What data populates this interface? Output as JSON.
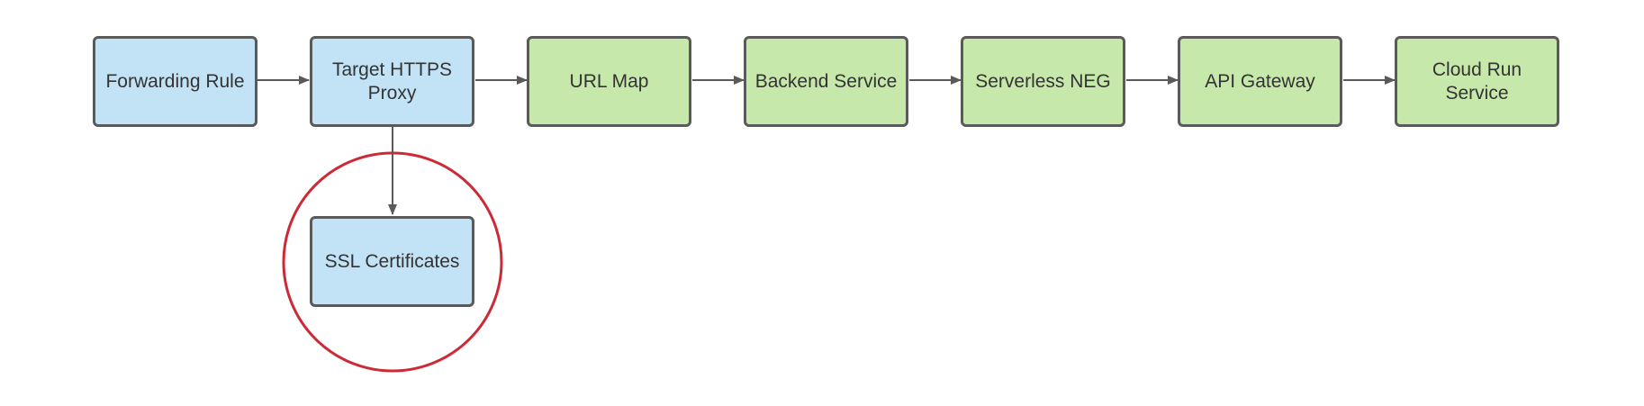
{
  "diagram": {
    "nodes": [
      {
        "id": "forwarding-rule",
        "label": "Forwarding Rule",
        "color": "#c2e3f6"
      },
      {
        "id": "target-https-proxy",
        "label": "Target HTTPS\nProxy",
        "color": "#c2e3f6"
      },
      {
        "id": "url-map",
        "label": "URL Map",
        "color": "#c7e8ab"
      },
      {
        "id": "backend-service",
        "label": "Backend Service",
        "color": "#c7e8ab"
      },
      {
        "id": "serverless-neg",
        "label": "Serverless NEG",
        "color": "#c7e8ab"
      },
      {
        "id": "api-gateway",
        "label": "API Gateway",
        "color": "#c7e8ab"
      },
      {
        "id": "cloud-run-service",
        "label": "Cloud Run\nService",
        "color": "#c7e8ab"
      },
      {
        "id": "ssl-certificates",
        "label": "SSL Certificates",
        "color": "#c2e3f6"
      }
    ],
    "edges": [
      {
        "from": "forwarding-rule",
        "to": "target-https-proxy"
      },
      {
        "from": "target-https-proxy",
        "to": "url-map"
      },
      {
        "from": "url-map",
        "to": "backend-service"
      },
      {
        "from": "backend-service",
        "to": "serverless-neg"
      },
      {
        "from": "serverless-neg",
        "to": "api-gateway"
      },
      {
        "from": "api-gateway",
        "to": "cloud-run-service"
      },
      {
        "from": "target-https-proxy",
        "to": "ssl-certificates"
      }
    ],
    "highlight": {
      "target": "ssl-certificates",
      "color": "#cc2a36"
    },
    "colors": {
      "line": "#5a5a5a",
      "blue_fill": "#c2e3f6",
      "green_fill": "#c7e8ab"
    }
  }
}
